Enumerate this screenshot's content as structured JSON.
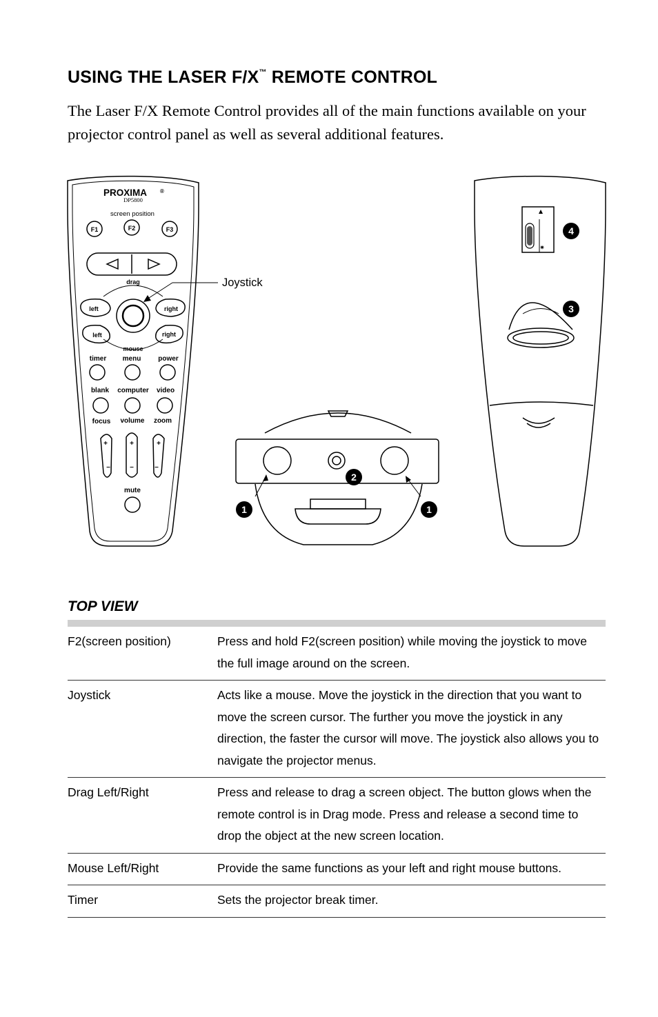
{
  "page": {
    "title_main": "USING THE LASER F/X",
    "title_tm": "™",
    "title_rest": " REMOTE CONTROL",
    "intro": "The Laser F/X Remote Control provides all of the main functions available on your projector control panel as well as several additional features."
  },
  "figure": {
    "remote": {
      "brand": "PROXIMA",
      "brand_mark": "®",
      "model": "DP5800",
      "screen_position_label": "screen position",
      "f_buttons": [
        "F1",
        "F2",
        "F3"
      ],
      "drag_label": "drag",
      "mouse_label": "mouse",
      "left_label": "left",
      "right_label": "right",
      "row1_labels": [
        "timer",
        "menu",
        "power"
      ],
      "row2_labels": [
        "blank",
        "computer",
        "video"
      ],
      "row3_labels": [
        "focus",
        "volume",
        "zoom"
      ],
      "plus": "+",
      "minus": "–",
      "mute_label": "mute"
    },
    "callout_joystick": "Joystick",
    "markers": [
      "1",
      "2",
      "3",
      "4"
    ]
  },
  "top_view": {
    "heading": "TOP VIEW",
    "rows": [
      {
        "term": "F2(screen position)",
        "desc": "Press and hold F2(screen position) while moving the joystick to move the full image around on the screen."
      },
      {
        "term": "Joystick",
        "desc": "Acts like a mouse. Move the joystick in the direction that you want to move the screen cursor. The further you move the joystick in any direction, the faster the cursor will move. The joystick also allows you to navigate the projector menus."
      },
      {
        "term": "Drag Left/Right",
        "desc": "Press and release to drag a screen object. The button glows when the remote control is in Drag mode. Press and release a second time to drop the object at the new screen location."
      },
      {
        "term": "Mouse Left/Right",
        "desc": "Provide the same functions as your left and right mouse buttons."
      },
      {
        "term": "Timer",
        "desc": "Sets the projector break timer."
      }
    ]
  }
}
